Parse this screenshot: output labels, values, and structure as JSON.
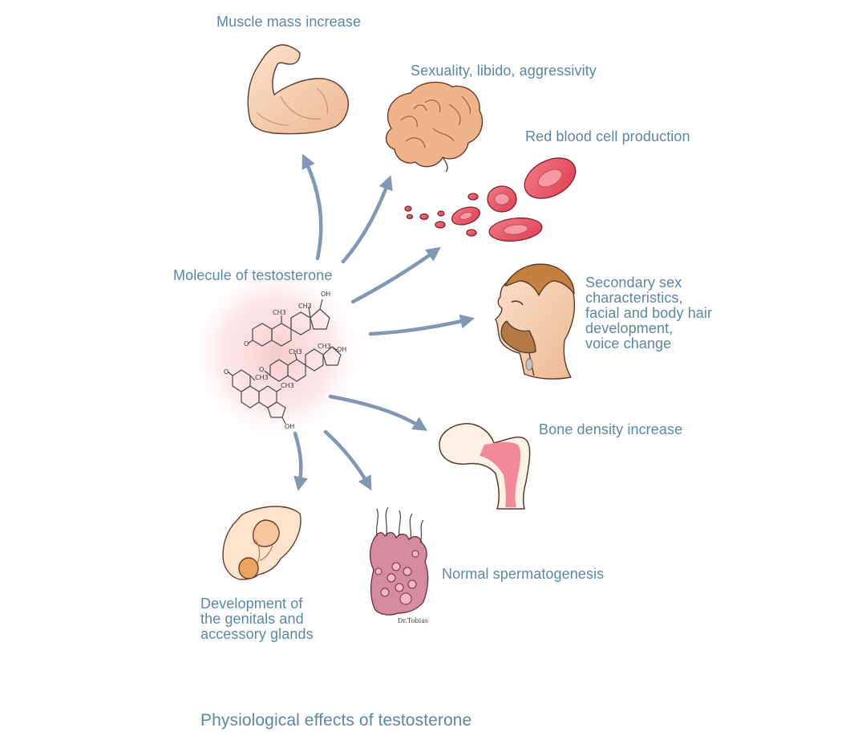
{
  "diagram": {
    "center_label": "Molecule of testosterone",
    "effects": {
      "muscle": "Muscle mass increase",
      "brain": "Sexuality, libido, aggressivity",
      "blood": "Red blood cell production",
      "secondary": [
        "Secondary sex",
        "characteristics,",
        "facial and body hair",
        "development,",
        "voice change"
      ],
      "bone": "Bone density increase",
      "spermatogenesis": "Normal spermatogenesis",
      "genitals": [
        "Development of",
        "the genitals and",
        "accessory glands"
      ]
    },
    "caption": "Physiological effects of testosterone",
    "colors": {
      "label": "#5b87a6",
      "arrow": "#8197b4",
      "glow": "#f7c8cc",
      "blood_cell": "#ee5a6a",
      "skin": "#f6d2b2",
      "outline": "#3f2f2c"
    },
    "molecule_atoms": {
      "oh": "OH",
      "ch3": "CH3",
      "o": "O"
    }
  }
}
